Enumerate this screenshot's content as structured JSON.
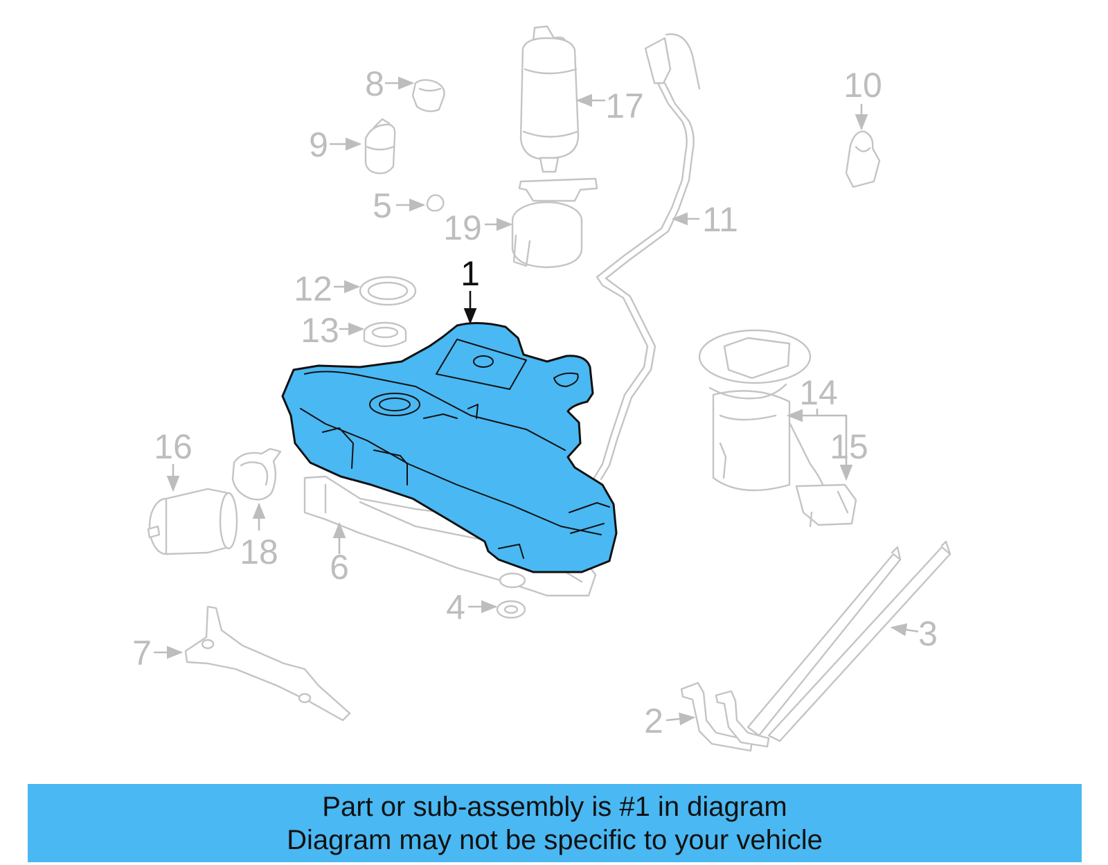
{
  "colors": {
    "highlight": "#4ab8f2",
    "banner_bg": "#4ab8f2",
    "ghost_stroke": "#c4c4c4",
    "callout_gray": "#bdbdbd",
    "callout_active": "#111111"
  },
  "callouts": {
    "c1": "1",
    "c2": "2",
    "c3": "3",
    "c4": "4",
    "c5": "5",
    "c6": "6",
    "c7": "7",
    "c8": "8",
    "c9": "9",
    "c10": "10",
    "c11": "11",
    "c12": "12",
    "c13": "13",
    "c14": "14",
    "c15": "15",
    "c16": "16",
    "c17": "17",
    "c18": "18",
    "c19": "19"
  },
  "banner": {
    "line1": "Part or sub-assembly is #1 in diagram",
    "line2": "Diagram may not be specific to your vehicle"
  }
}
